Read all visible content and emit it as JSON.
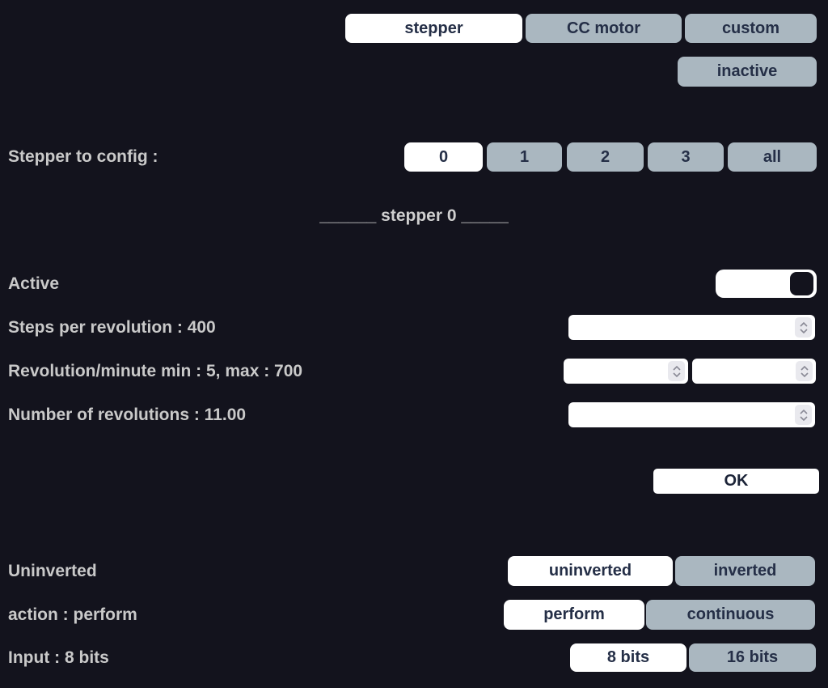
{
  "theme": {
    "background": "#13131d",
    "button_gray": "#aab7c0",
    "button_white": "#ffffff",
    "button_text": "#252f47",
    "label_text": "#c9c9c9",
    "spinner_bg": "#e9e9ee",
    "spinner_arrow": "#8a8a96"
  },
  "motor_type_tabs": {
    "options": [
      "stepper",
      "CC motor",
      "custom"
    ],
    "selected": "stepper"
  },
  "status_button": {
    "label": "inactive"
  },
  "stepper_select": {
    "label": "Stepper to config :",
    "options": [
      "0",
      "1",
      "2",
      "3",
      "all"
    ],
    "selected": "0"
  },
  "section": {
    "heading": "______ stepper 0 _____"
  },
  "active_row": {
    "label": "Active",
    "state": "on"
  },
  "steps_row": {
    "label": "Steps per revolution : 400",
    "value": ""
  },
  "rpm_row": {
    "label": "Revolution/minute min : 5, max : 700",
    "min_value": "",
    "max_value": ""
  },
  "revolutions_row": {
    "label": "Number of revolutions : 11.00",
    "value": ""
  },
  "ok_button": {
    "label": "OK"
  },
  "inversion_row": {
    "label": "Uninverted",
    "options": [
      "uninverted",
      "inverted"
    ],
    "selected": "uninverted"
  },
  "action_row": {
    "label": "action : perform",
    "options": [
      "perform",
      "continuous"
    ],
    "selected": "perform"
  },
  "bits_row": {
    "label": "Input : 8 bits",
    "options": [
      "8 bits",
      "16 bits"
    ],
    "selected": "8 bits"
  }
}
